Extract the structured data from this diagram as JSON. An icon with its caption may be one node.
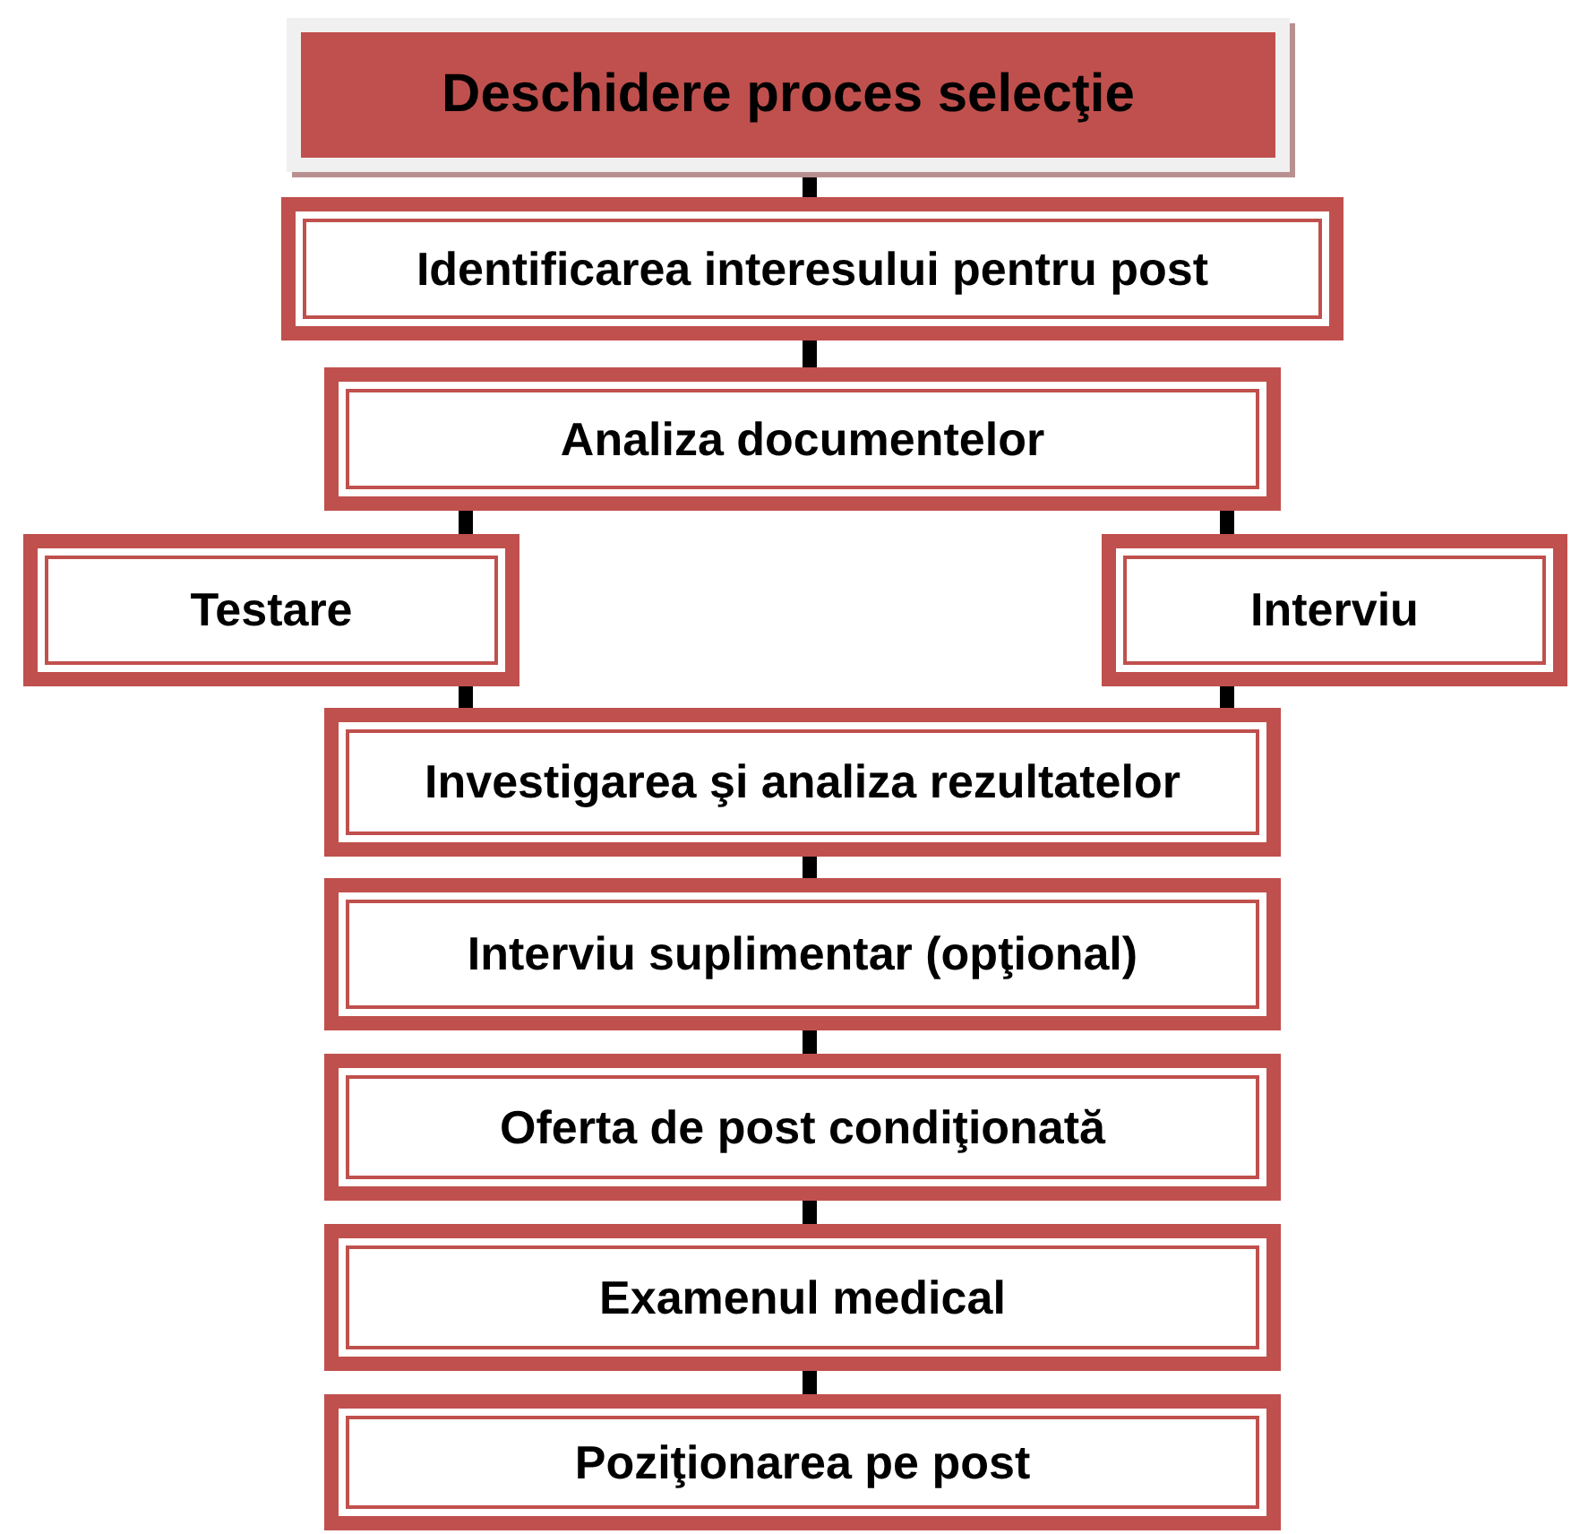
{
  "diagram": {
    "nodes": [
      {
        "text": [
          "Deschidere proces selecţie"
        ]
      },
      {
        "text": [
          "Identificarea interesului pentru post"
        ]
      },
      {
        "text": [
          "Analiza documentelor"
        ]
      },
      {
        "text": [
          "Testare"
        ]
      },
      {
        "text": [
          "Interviu"
        ]
      },
      {
        "text": [
          "Investigarea şi analiza rezultatelor"
        ]
      },
      {
        "text": [
          "Interviu suplimentar (opţional)"
        ]
      },
      {
        "text": [
          "Oferta de post condiţionată"
        ]
      },
      {
        "text": [
          "Examenul medical"
        ]
      },
      {
        "text": [
          "Poziţionarea pe post"
        ]
      }
    ],
    "edges": [
      {
        "from": 0,
        "to": 1,
        "arrow": "none"
      },
      {
        "from": 1,
        "to": 2,
        "arrow": "none"
      },
      {
        "from": 2,
        "to": 3,
        "arrow": "none"
      },
      {
        "from": 2,
        "to": 4,
        "arrow": "none"
      },
      {
        "from": 3,
        "to": 5,
        "arrow": "none"
      },
      {
        "from": 4,
        "to": 5,
        "arrow": "none"
      },
      {
        "from": 5,
        "to": 6,
        "arrow": "none"
      },
      {
        "from": 6,
        "to": 7,
        "arrow": "none"
      },
      {
        "from": 7,
        "to": 8,
        "arrow": "none"
      },
      {
        "from": 8,
        "to": 9,
        "arrow": "none"
      }
    ]
  }
}
